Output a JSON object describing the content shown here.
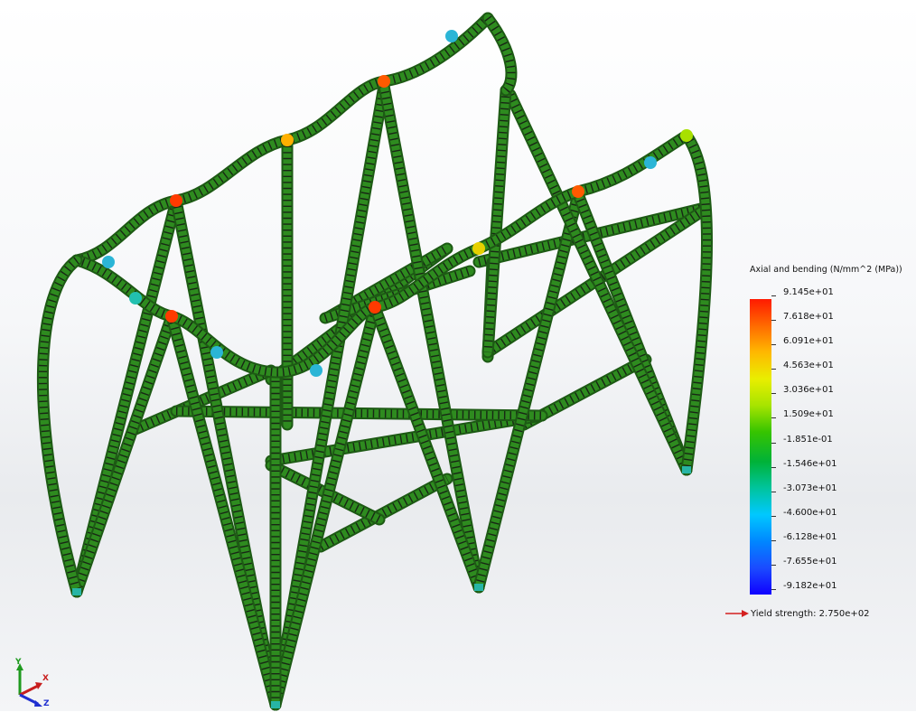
{
  "legend": {
    "title": "Axial and bending (N/mm^2 (MPa))",
    "ticks": [
      "9.145e+01",
      "7.618e+01",
      "6.091e+01",
      "4.563e+01",
      "3.036e+01",
      "1.509e+01",
      "-1.851e-01",
      "-1.546e+01",
      "-3.073e+01",
      "-4.600e+01",
      "-6.128e+01",
      "-7.655e+01",
      "-9.182e+01"
    ],
    "yield_strength": "Yield strength: 2.750e+02",
    "yield_arrow_color": "#d42020",
    "max_color": "#ff1a00",
    "min_color": "#1000ff"
  },
  "model": {
    "dominant_color": "#2e8b1f",
    "edge_color": "#141414"
  },
  "triad": {
    "x_label": "X",
    "y_label": "Y",
    "z_label": "Z",
    "x_color": "#c81e1e",
    "y_color": "#1f9a1f",
    "z_color": "#1f2fd0"
  }
}
